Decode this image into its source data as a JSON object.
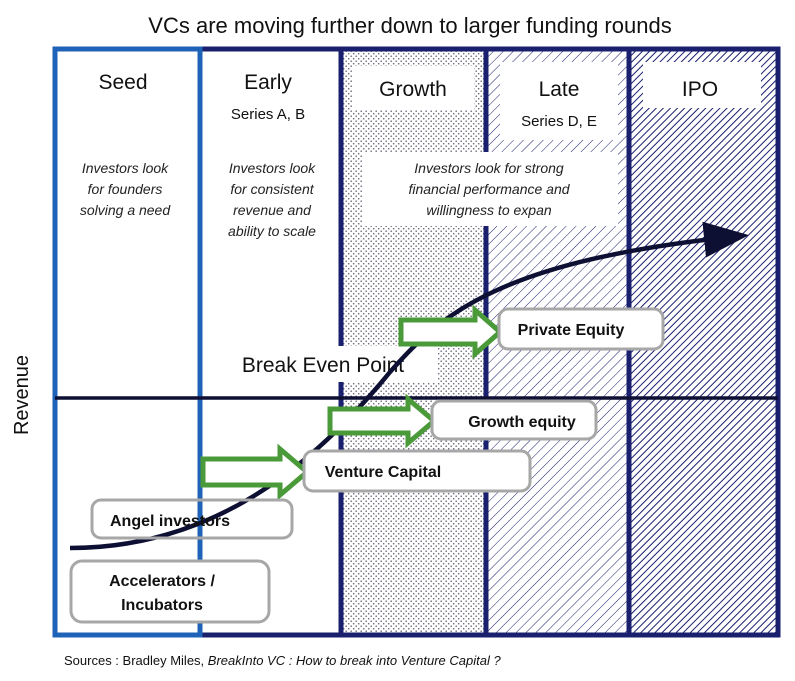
{
  "title": "VCs are moving further down to larger funding rounds",
  "y_axis_label": "Revenue",
  "break_even_label": "Break Even Point",
  "stages": [
    {
      "name": "Seed",
      "subtitle": "",
      "description": [
        "Investors look",
        "for founders",
        "solving a need"
      ]
    },
    {
      "name": "Early",
      "subtitle": "Series A, B",
      "description": [
        "Investors look",
        "for consistent",
        "revenue and",
        "ability to scale"
      ]
    },
    {
      "name": "Growth",
      "subtitle": "",
      "description": [
        "Investors look for strong",
        "financial performance and",
        "willingness to expan"
      ]
    },
    {
      "name": "Late",
      "subtitle": "Series D, E",
      "description": []
    },
    {
      "name": "IPO",
      "subtitle": "",
      "description": []
    }
  ],
  "funding_sources": {
    "accelerators": [
      "Accelerators /",
      "Incubators"
    ],
    "angel": "Angel investors",
    "venture_capital": "Venture Capital",
    "growth_equity": "Growth equity",
    "private_equity": "Private Equity"
  },
  "footer": {
    "prefix": "Sources : Bradley Miles, ",
    "book_title": "BreakInto VC",
    "suffix": " : How to break into Venture Capital ?"
  },
  "colors": {
    "seed_border": "#1f63b8",
    "frame_navy": "#1a1f6e",
    "hatch": "#1a1f6e",
    "arrow_green": "#4a9a3a",
    "curve": "#0d0f33"
  }
}
